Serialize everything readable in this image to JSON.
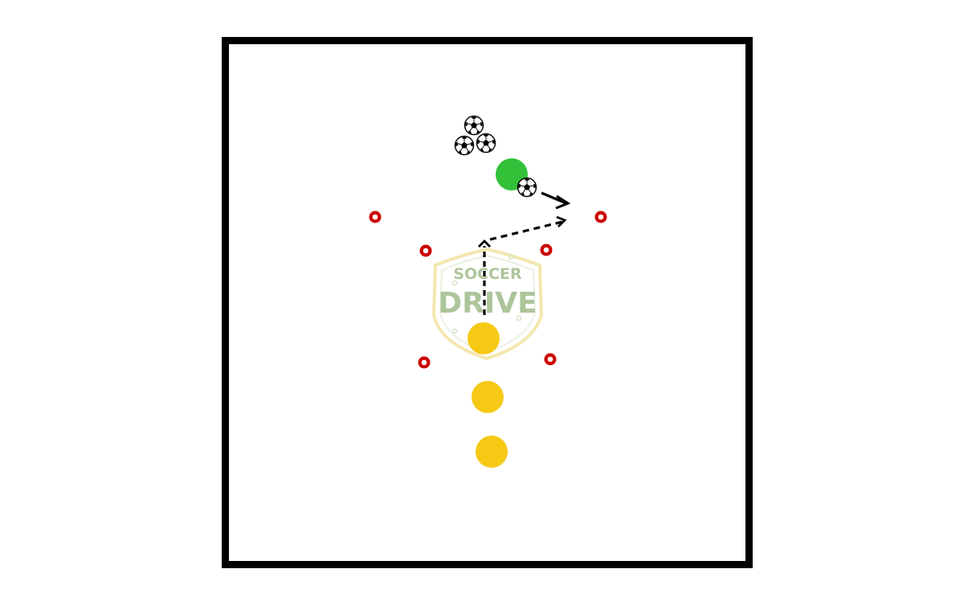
{
  "logo": {
    "line1": "SOCCER",
    "line2": "DRIVE",
    "text_color": "#9fbc8a",
    "border_color": "#f3e3a0"
  },
  "colors": {
    "field_border": "#000000",
    "field_fill": "#ffffff",
    "cone": "#cc0000",
    "attacker": "#f6c915",
    "defender": "#33c13a",
    "arrow": "#000000"
  },
  "legend": {
    "cone_icon": "cone-icon",
    "ball_icon": "soccer-ball-icon",
    "player_icon": "player-icon"
  },
  "counts": {
    "cones": 6,
    "balls": 4,
    "yellow_players": 3,
    "green_players": 1
  }
}
